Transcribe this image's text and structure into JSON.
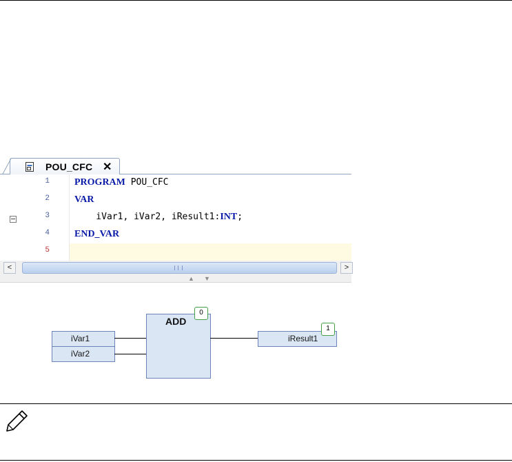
{
  "editor": {
    "tab": {
      "label": "POU_CFC",
      "close": "✕"
    },
    "lines": [
      {
        "num": "1",
        "kw1": "PROGRAM",
        "rest": " POU_CFC"
      },
      {
        "num": "2",
        "kw1": "VAR",
        "rest": ""
      },
      {
        "num": "3",
        "pre": "    iVar1, iVar2, iResult1:",
        "kw2": "INT",
        "post": ";"
      },
      {
        "num": "4",
        "kw1": "END_VAR",
        "rest": ""
      },
      {
        "num": "5"
      }
    ],
    "scroll": {
      "left": "<",
      "right": ">"
    }
  },
  "cfc": {
    "inputs": [
      "iVar1",
      "iVar2"
    ],
    "block": {
      "label": "ADD",
      "order": "0"
    },
    "output": {
      "label": "iResult1",
      "order": "1"
    }
  },
  "colors": {
    "box_fill": "#dbe6f4",
    "keyword": "#0a1ba8",
    "badge_border": "#45a045"
  }
}
